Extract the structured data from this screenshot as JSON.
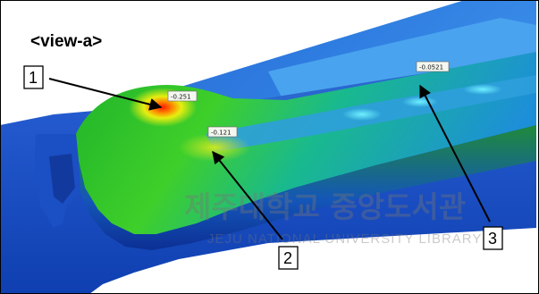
{
  "view_label": "<view-a>",
  "callouts": [
    {
      "number": "1",
      "value": "-0.251"
    },
    {
      "number": "2",
      "value": "-0.121"
    },
    {
      "number": "3",
      "value": "-0.0521"
    }
  ],
  "watermark": {
    "korean": "제주대학교 중앙도서관",
    "english": "JEJU NATIONAL UNIVERSITY LIBRARY"
  }
}
